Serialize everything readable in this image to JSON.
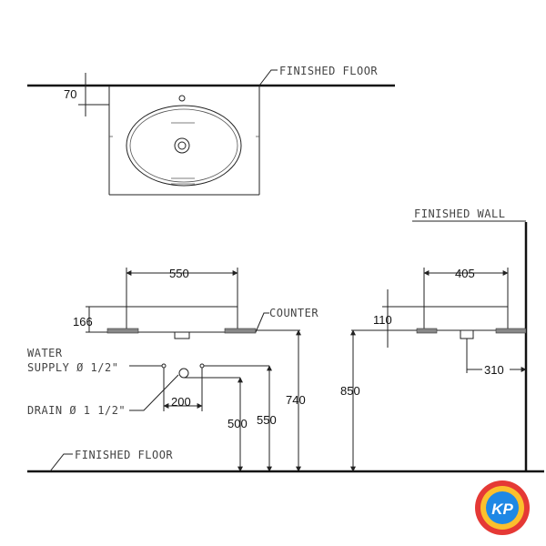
{
  "labels": {
    "finished_floor_top": "FINISHED FLOOR",
    "finished_floor_bottom": "FINISHED FLOOR",
    "finished_wall": "FINISHED WALL",
    "counter": "COUNTER",
    "water_supply_line1": "WATER",
    "water_supply_line2": "SUPPLY Ø 1/2\"",
    "drain": "DRAIN Ø 1 1/2\""
  },
  "dimensions": {
    "top_offset": "70",
    "front_width": "550",
    "front_height": "166",
    "drain_offset": "200",
    "supply_height": "500",
    "drain_height": "550",
    "counter_height": "740",
    "side_width": "405",
    "side_height": "110",
    "wall_offset": "310",
    "wall_height": "850"
  },
  "logo": {
    "text": "KP",
    "colors": [
      "#e53935",
      "#fbc02d",
      "#1e88e5"
    ]
  }
}
